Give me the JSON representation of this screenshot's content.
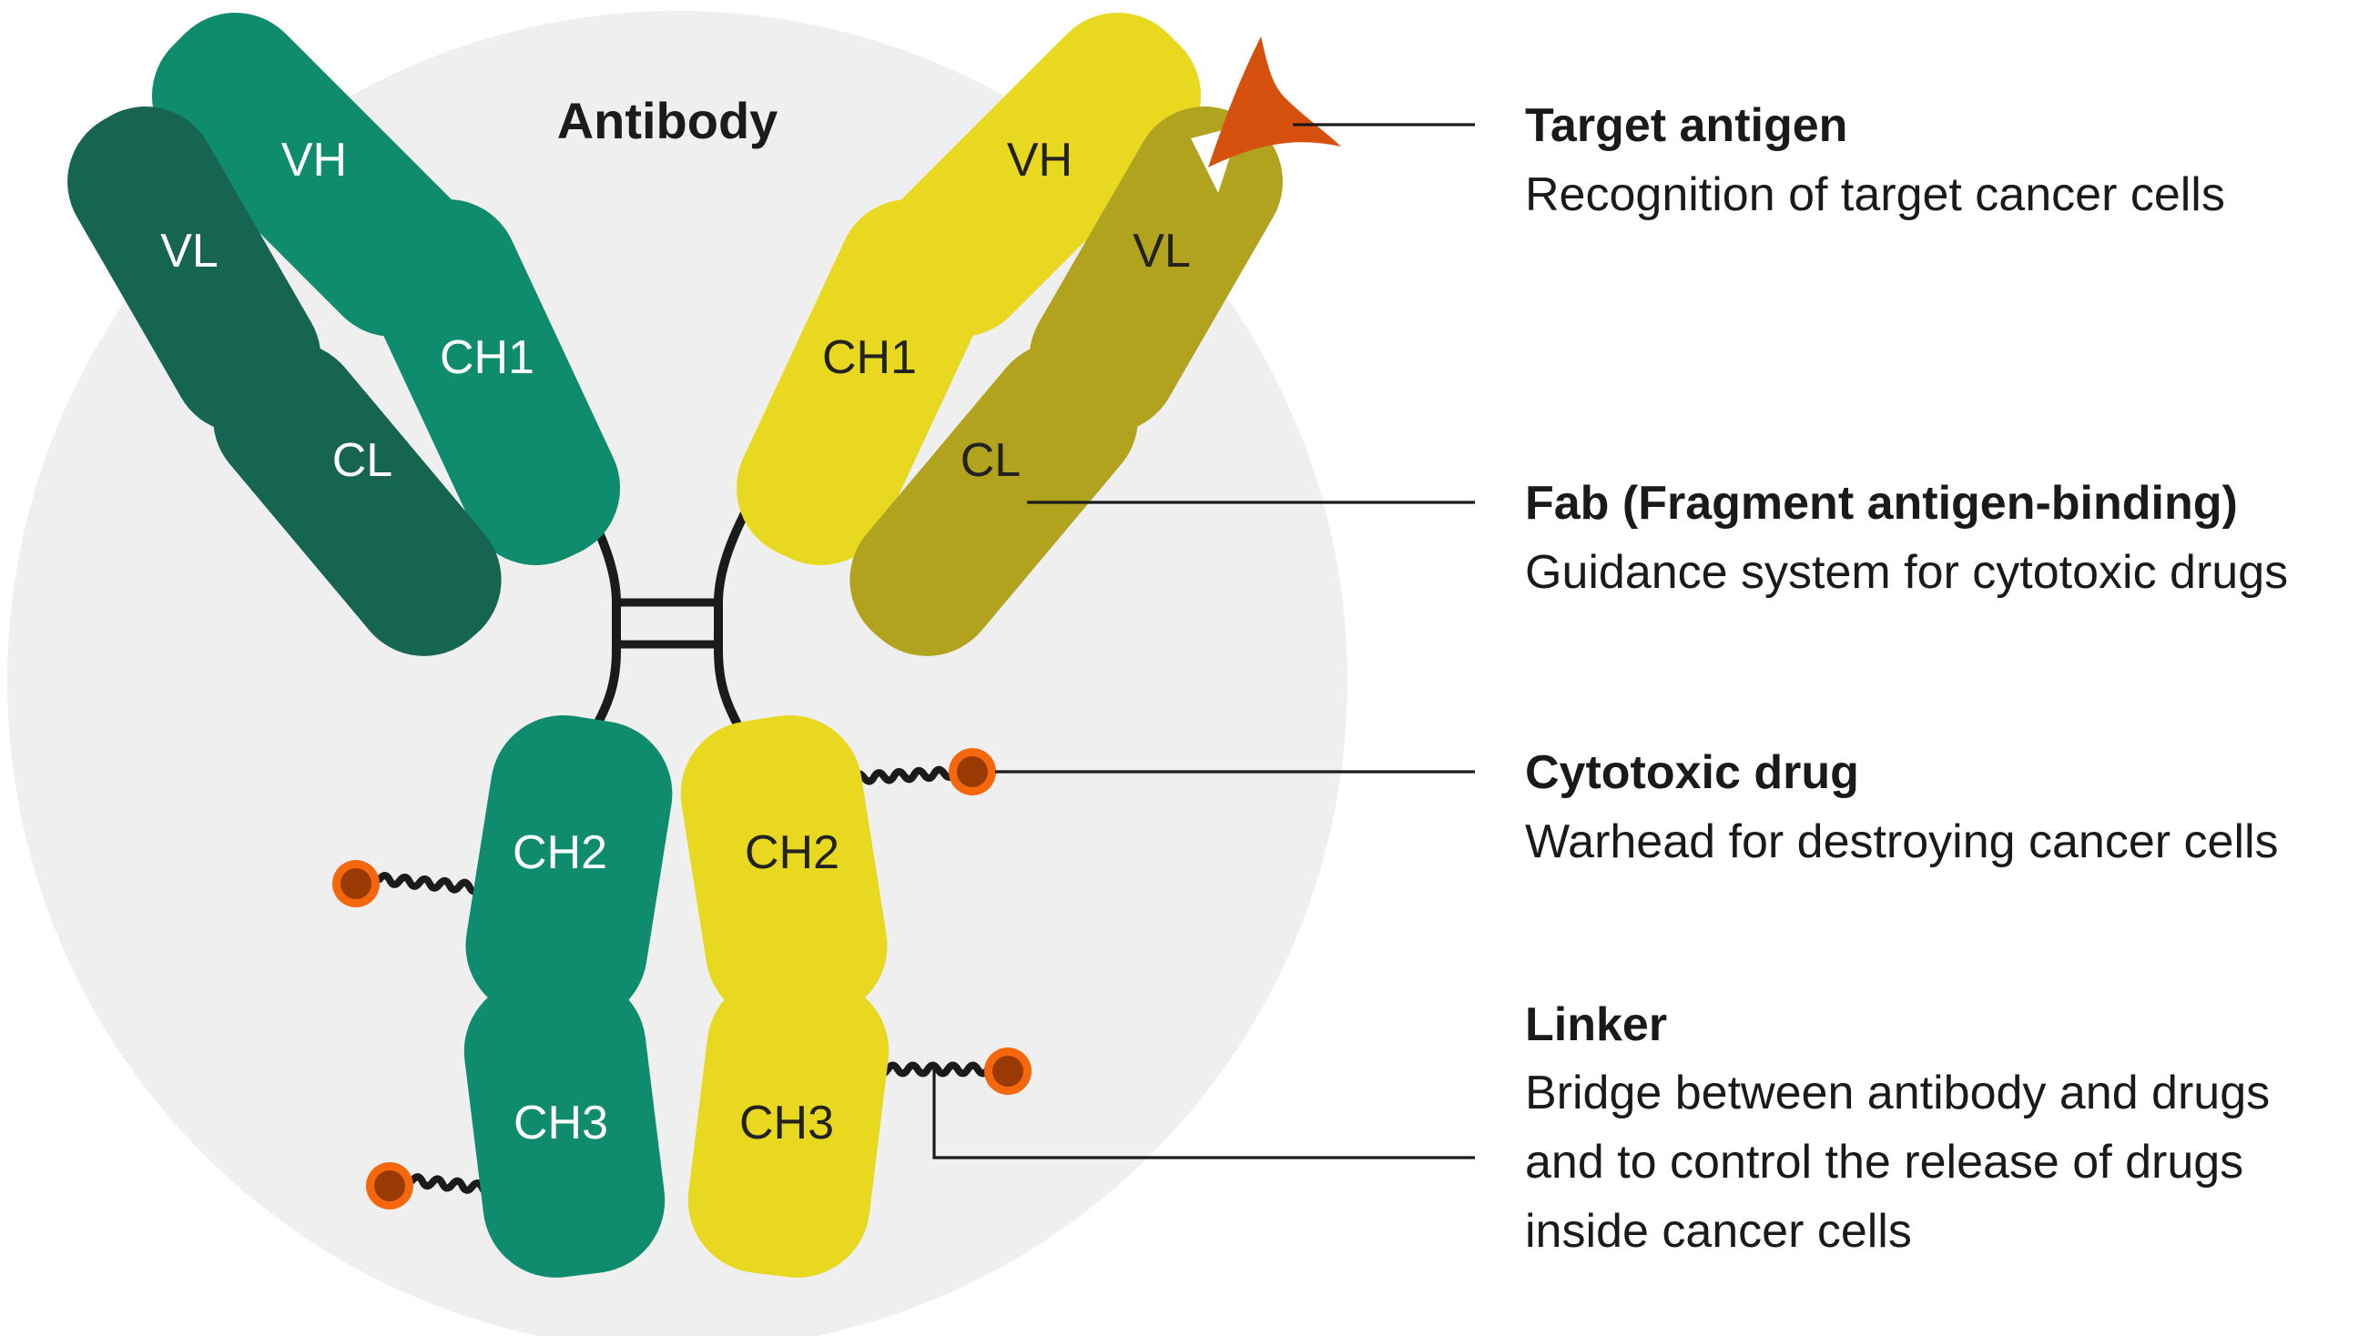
{
  "title": "Antibody",
  "colors": {
    "background": "#ffffff",
    "cell_circle": "#efefef",
    "heavy_chain_left": "#0e8c6d",
    "light_chain_left": "#166551",
    "heavy_chain_right": "#e8d920",
    "light_chain_right": "#b2a31f",
    "target_antigen": "#d6500e",
    "drug_ring": "#f5670d",
    "drug_core": "#993a05",
    "ink": "#1b1b1b"
  },
  "antibody": {
    "domains": [
      {
        "id": "vh-left",
        "label": "VH"
      },
      {
        "id": "vl-left",
        "label": "VL"
      },
      {
        "id": "ch1-left",
        "label": "CH1"
      },
      {
        "id": "cl-left",
        "label": "CL"
      },
      {
        "id": "vh-right",
        "label": "VH"
      },
      {
        "id": "vl-right",
        "label": "VL"
      },
      {
        "id": "ch1-right",
        "label": "CH1"
      },
      {
        "id": "cl-right",
        "label": "CL"
      },
      {
        "id": "ch2-left",
        "label": "CH2"
      },
      {
        "id": "ch3-left",
        "label": "CH3"
      },
      {
        "id": "ch2-right",
        "label": "CH2"
      },
      {
        "id": "ch3-right",
        "label": "CH3"
      }
    ]
  },
  "annotations": [
    {
      "id": "target-antigen",
      "heading": "Target antigen",
      "description": "Recognition of target cancer cells"
    },
    {
      "id": "fab",
      "heading": "Fab (Fragment antigen-binding)",
      "description": "Guidance system for cytotoxic drugs"
    },
    {
      "id": "cytotoxic-drug",
      "heading": "Cytotoxic drug",
      "description": "Warhead for destroying cancer cells"
    },
    {
      "id": "linker",
      "heading": "Linker",
      "lines": [
        "Bridge between antibody and drugs",
        "and to control the release of drugs",
        "inside cancer cells"
      ]
    }
  ]
}
